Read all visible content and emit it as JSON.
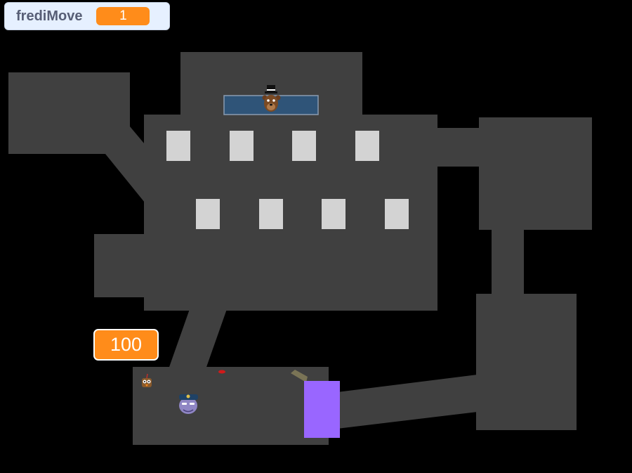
{
  "variable_monitor": {
    "name": "frediMove",
    "value": "1"
  },
  "power_display": {
    "value": "100"
  },
  "colors": {
    "room": "#404040",
    "background": "#000000",
    "table": "#d3d3d3",
    "stage_window": "#2f5478",
    "door": "#9966ff",
    "monitor_accent": "#ff8c1a"
  },
  "characters": [
    "freddy",
    "chica-cupcake",
    "security-guard"
  ]
}
